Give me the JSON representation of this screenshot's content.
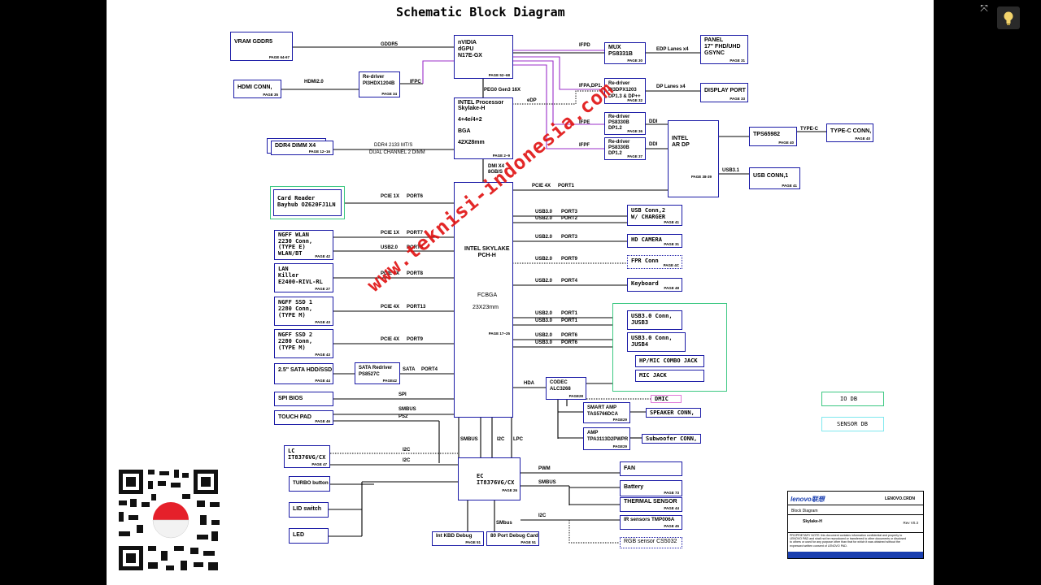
{
  "diagram": {
    "title": "Schematic Block Diagram",
    "blocks": {
      "vram": {
        "text": "VRAM GDDR5",
        "page": "PAGE 64-67"
      },
      "gpu": {
        "text": "nVIDIA\ndGPU\nN17E-GX",
        "page": "PAGE 52~68"
      },
      "hdmi_conn": {
        "text": "HDMI CONN,",
        "page": "PAGE 35"
      },
      "redriver_hdmi": {
        "text": "Re-driver\nPI3HDX1204B",
        "page": "PAGE 34"
      },
      "mux": {
        "text": "MUX\nPS8331B",
        "page": "PAGE 30"
      },
      "panel": {
        "text": "PANEL\n17\" FHD/UHD\nGSYNC",
        "page": "PAGE 31"
      },
      "redriver_dp": {
        "text": "Re-driver\nPI3DPX1203\nDP1.3 & DP++",
        "page": "PAGE 32"
      },
      "display_port": {
        "text": "DISPLAY PORT",
        "page": "PAGE 33"
      },
      "cpu": {
        "text": "INTEL Processor\nSkylake-H\n\n4+4e/4+2\n\nBGA\n\n42X28mm",
        "page": "PAGE 2~9"
      },
      "redriver_ps1": {
        "text": "Re-driver\nPS8330B\nDP1.2",
        "page": "PAGE 36"
      },
      "redriver_ps2": {
        "text": "Re-driver\nPS8330B\nDP1.2",
        "page": "PAGE 37"
      },
      "ar_dp": {
        "text": "INTEL\nAR DP",
        "page": "PAGE 38-39"
      },
      "tps": {
        "text": "TPS65982",
        "page": "PAGE 40"
      },
      "typec_conn": {
        "text": "TYPE-C CONN,",
        "page": "PAGE 40"
      },
      "usb_conn1": {
        "text": "USB CONN,1",
        "page": "PAGE 41"
      },
      "ddr4": {
        "text": "DDR4 DIMM X4",
        "page": "PAGE 12~16"
      },
      "card_reader": {
        "text": "Card Reader\nBayhub OZ620FJ1LN",
        "page": ""
      },
      "pch": {
        "text": "INTEL SKYLAKE\nPCH-H",
        "pkg": "FCBGA",
        "size": "23X23mm",
        "page": "PAGE 17~25"
      },
      "usb_conn2": {
        "text": "USB Conn,2\nW/ CHARGER",
        "page": "PAGE 41"
      },
      "hd_camera": {
        "text": "HD CAMERA",
        "page": "PAGE 31"
      },
      "fpr_conn": {
        "text": "FPR Conn",
        "page": "PAGE 4C"
      },
      "keyboard": {
        "text": "Keyboard",
        "page": "PAGE 48"
      },
      "ngff_wlan": {
        "text": "NGFF WLAN\n2230 Conn,\n(TYPE E)\nWLAN/BT",
        "page": "PAGE 42"
      },
      "lan": {
        "text": "LAN\nKiller\nE2400-RIVL-RL",
        "page": "PAGE 27"
      },
      "ssd1": {
        "text": "NGFF SSD 1\n2280 Conn,\n(TYPE M)",
        "page": "PAGE 43"
      },
      "ssd2": {
        "text": "NGFF SSD 2\n2280 Conn,\n(TYPE M)",
        "page": "PAGE 43"
      },
      "usb30_jusb3": {
        "text": "USB3.0 Conn,\nJUSB3",
        "page": ""
      },
      "usb30_jusb4": {
        "text": "USB3.0 Conn,\nJUSB4",
        "page": ""
      },
      "hp_mic": {
        "text": "HP/MIC COMBO JACK",
        "page": ""
      },
      "mic_jack": {
        "text": "MIC JACK",
        "page": ""
      },
      "hdd": {
        "text": "2.5\" SATA HDD/SSD",
        "page": "PAGE 44"
      },
      "sata_redriver": {
        "text": "SATA Redriver\nPS8527C",
        "page": "PAGE42"
      },
      "codec": {
        "text": "CODEC\nALC3268",
        "page": "PAGE28"
      },
      "dmic": {
        "text": "DMIC",
        "page": ""
      },
      "spi_bios": {
        "text": "SPI BIOS",
        "page": ""
      },
      "smart_amp": {
        "text": "SMART AMP\nTAS5766DCA",
        "page": "PAGE29"
      },
      "speaker": {
        "text": "SPEAKER CONN,",
        "page": ""
      },
      "touch_pad": {
        "text": "TOUCH PAD",
        "page": "PAGE 46"
      },
      "amp": {
        "text": "AMP\nTPA3113D2PWPR",
        "page": "PAGE29"
      },
      "subwoofer": {
        "text": "Subwoofer CONN,",
        "page": ""
      },
      "lc": {
        "text": "LC\nIT8376VG/CX",
        "page": "PAGE 47"
      },
      "ec": {
        "text": "EC\nIT8376VG/CX",
        "page": "PAGE 26"
      },
      "fan": {
        "text": "FAN",
        "page": ""
      },
      "turbo": {
        "text": "TURBO button",
        "page": ""
      },
      "battery": {
        "text": "Battery",
        "page": "PAGE 73"
      },
      "lid": {
        "text": "LID switch",
        "page": ""
      },
      "thermal": {
        "text": "THERMAL SENSOR",
        "page": "PAGE 44"
      },
      "ir": {
        "text": "IR sensors  TMP006A",
        "page": "PAGE 45"
      },
      "led": {
        "text": "LED",
        "page": ""
      },
      "int_kbd": {
        "text": "Int KBD Debug",
        "page": "PAGE 51"
      },
      "port80": {
        "text": "80 Port Debug Card",
        "page": "PAGE 51"
      },
      "rgb": {
        "text": "RGB sensor CS5032",
        "page": ""
      },
      "io_db": {
        "text": "IO DB",
        "page": ""
      },
      "sensor_db": {
        "text": "SENSOR DB",
        "page": ""
      }
    },
    "labels": {
      "gddr5": "GDDR5",
      "hdmi20": "HDMI2.0",
      "ifpc": "IFPC",
      "ifpd": "IFPD",
      "edp_lanes": "EDP Lanes x4",
      "ifpa": "IFPA,DP1.",
      "dp_lanes": "DP Lanes x4",
      "peg": "PEG0 Gen3 16X",
      "edp": "eDP",
      "ifpe": "IFPE",
      "ifpf": "IFPF",
      "ddi1": "DDI",
      "ddi2": "DDI",
      "typec": "TYPE-C",
      "usb31": "USB3.1",
      "ddr4_speed": "DDR4 2133 MT/S",
      "ddr4_dual": "DUAL CHANNEL 2 DIMM",
      "dmi": "DMI X4\n8GB/S",
      "pcie4x_port1": "PCIE 4X",
      "port1a": "PORT1",
      "pcie1x_6": "PCIE 1X",
      "port6a": "PORT6",
      "usb30_p3": "USB3.0",
      "port3a": "PORT3",
      "usb20_p2": "USB2.0",
      "port2a": "PORT2",
      "usb20_p3": "USB2.0",
      "port3b": "PORT3",
      "usb20_p9": "USB2.0",
      "port9a": "PORT9",
      "usb20_p4": "USB2.0",
      "port4a": "PORT4",
      "pcie1x_7": "PCIE 1X",
      "port7": "PORT7",
      "usb20_p5": "USB2.0",
      "port5": "PORT5",
      "pcie1x_8": "PCIE 1X",
      "port8": "PORT8",
      "pcie4x_13": "PCIE 4X",
      "port13": "PORT13",
      "pcie4x_9": "PCIE 4X",
      "port9b": "PORT9",
      "usb20_p1": "USB2.0",
      "port1b": "PORT1",
      "usb30_p1": "USB3.0",
      "port1c": "PORT1",
      "usb20_p6": "USB2.0",
      "port6b": "PORT6",
      "usb30_p6": "USB3.0",
      "port6c": "PORT6",
      "sata": "SATA",
      "port4b": "PORT4",
      "hda": "HDA",
      "spi": "SPI",
      "smbus_tp": "SMBUS",
      "ps2": "PS2",
      "smbus_pch": "SMBUS",
      "i2c_pch": "I2C",
      "lpc": "LPC",
      "i2c_lc1": "I2C",
      "i2c_lc2": "I2C",
      "pwm": "PWM",
      "smbus_ec": "SMBUS",
      "i2c_ec": "I2C",
      "smbus_dbg": "SMbus"
    }
  },
  "title_block": {
    "logo": "lenovo联想",
    "company": "LENOVO.CRDN",
    "title": "Block Diagram",
    "doc": "Skylake-H",
    "rev": "Rev V0.3",
    "note": "PROPRIETARY NOTE: this document contains information confidential and property to LENOVO PAD and shall not be reproduced or transferred to other documents or disclosed to others or used for any purpose other than that for which it was obtained without the expressed written consent of LENOVO PAD."
  },
  "watermark": "www.teknisi-indonesia.com",
  "colors": {
    "block_border": "#1a1aa6",
    "green": "#3cc882",
    "purple": "#9b2fc9",
    "pink": "#e07ad8",
    "watermark": "#e01010"
  }
}
